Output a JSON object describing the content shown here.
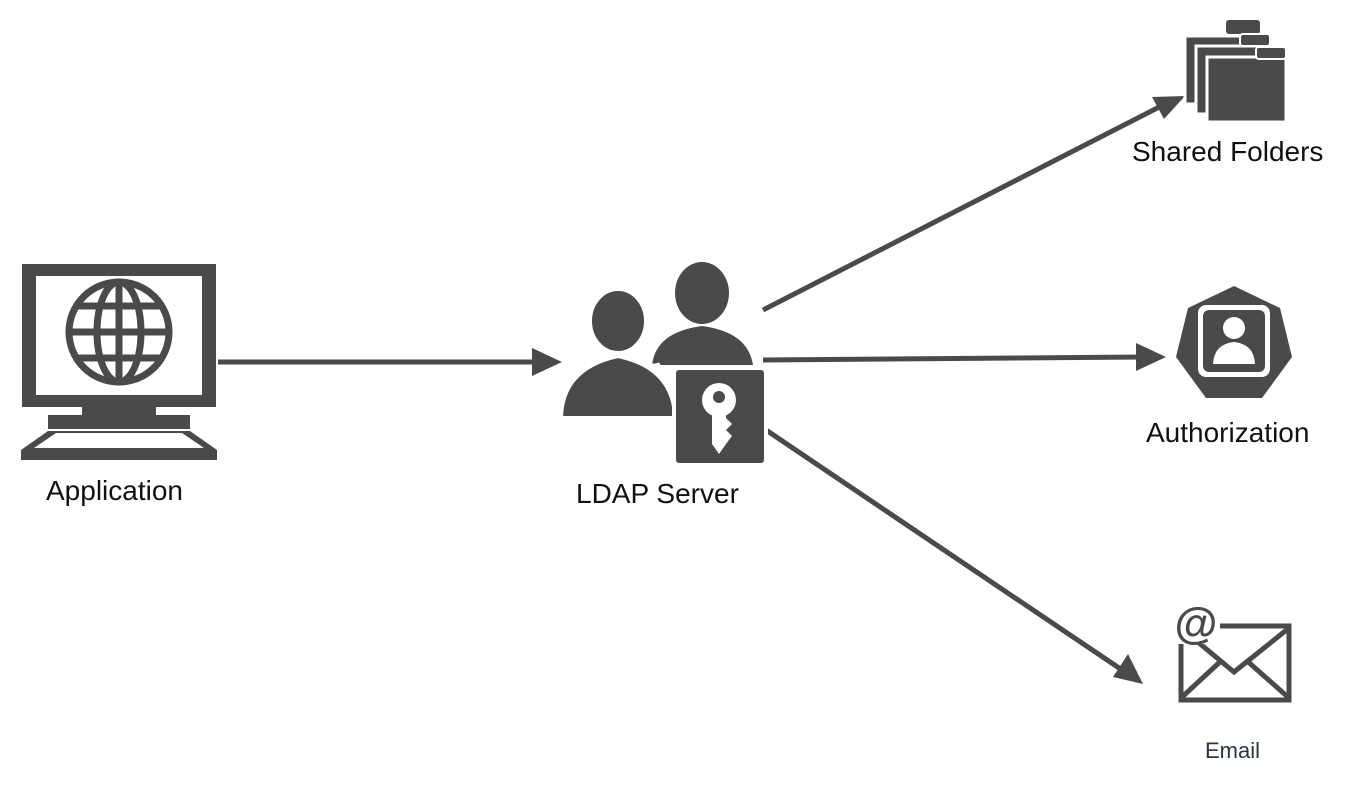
{
  "colors": {
    "icon": "#4a4a4a",
    "arrow": "#4a4a4a",
    "background": "#ffffff",
    "email_label": "#2c3346"
  },
  "nodes": {
    "application": {
      "label": "Application",
      "icon": "monitor-globe-icon"
    },
    "ldap_server": {
      "label": "LDAP Server",
      "icon": "users-key-icon"
    },
    "shared_folders": {
      "label": "Shared Folders",
      "icon": "folders-icon"
    },
    "authorization": {
      "label": "Authorization",
      "icon": "user-badge-heptagon-icon"
    },
    "email": {
      "label": "Email",
      "icon": "envelope-at-icon"
    }
  },
  "edges": [
    {
      "from": "Application",
      "to": "LDAP Server"
    },
    {
      "from": "LDAP Server",
      "to": "Shared Folders"
    },
    {
      "from": "LDAP Server",
      "to": "Authorization"
    },
    {
      "from": "LDAP Server",
      "to": "Email"
    }
  ]
}
